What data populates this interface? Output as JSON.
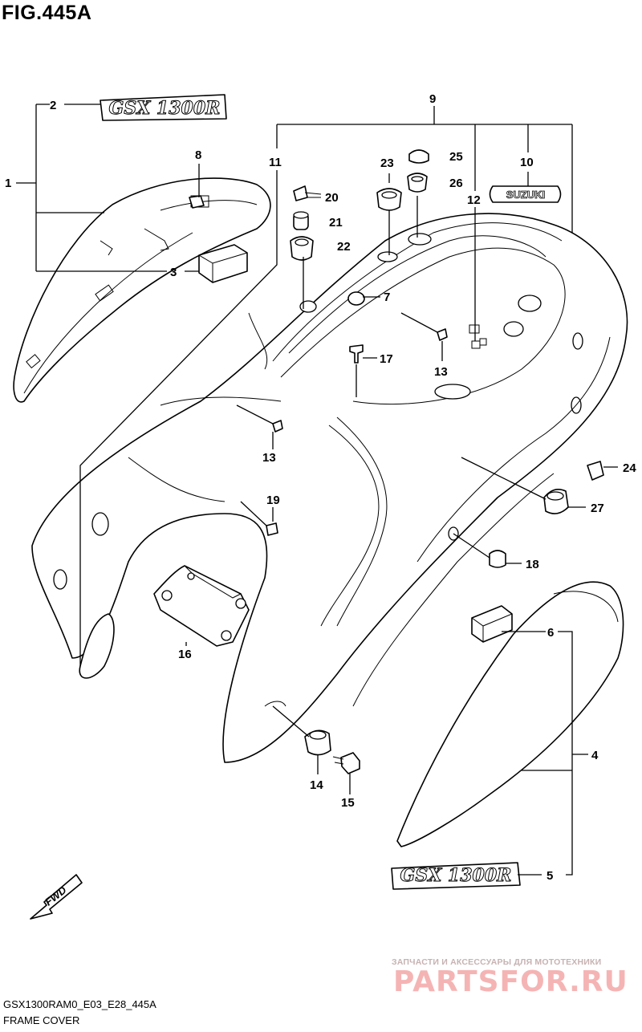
{
  "header": {
    "title": "FIG.445A"
  },
  "callouts": [
    "1",
    "2",
    "3",
    "4",
    "5",
    "6",
    "7",
    "8",
    "9",
    "10",
    "11",
    "12",
    "13",
    "13",
    "13",
    "14",
    "15",
    "16",
    "17",
    "18",
    "19",
    "20",
    "21",
    "22",
    "23",
    "24",
    "25",
    "26",
    "27"
  ],
  "emblems": {
    "gsxr_top": "GSX 1300R",
    "gsxr_bottom": "GSX 1300R",
    "brand_badge": "SUZUKI",
    "fwd_arrow": "FWD"
  },
  "footer": {
    "code": "GSX1300RAM0_E03_E28_445A",
    "caption": "FRAME COVER"
  },
  "watermark": {
    "tagline": "ЗАПЧАСТИ И АКСЕССУАРЫ ДЛЯ МОТОТЕХНИКИ",
    "site": "PARTSFOR.RU"
  }
}
